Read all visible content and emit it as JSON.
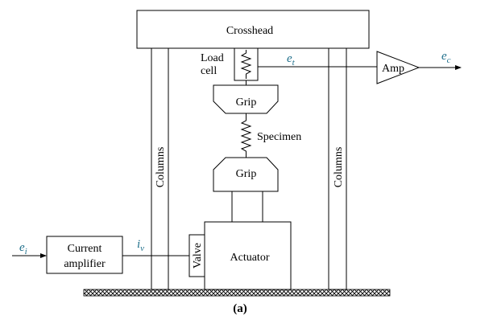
{
  "labels": {
    "crosshead": "Crosshead",
    "load_cell_line1": "Load",
    "load_cell_line2": "cell",
    "grip_top": "Grip",
    "grip_bottom": "Grip",
    "specimen": "Specimen",
    "columns_left": "Columns",
    "columns_right": "Columns",
    "amp": "Amp",
    "current_amplifier_line1": "Current",
    "current_amplifier_line2": "amplifier",
    "valve": "Valve",
    "actuator": "Actuator",
    "caption": "(a)"
  },
  "signals": {
    "ei": {
      "base": "e",
      "sub": "i"
    },
    "iv": {
      "base": "i",
      "sub": "v"
    },
    "et": {
      "base": "e",
      "sub": "t"
    },
    "ec": {
      "base": "e",
      "sub": "c"
    }
  },
  "colors": {
    "signal": "#1f6f8b",
    "lines": "#000000"
  }
}
